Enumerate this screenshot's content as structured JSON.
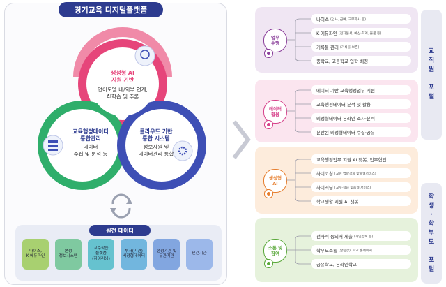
{
  "title": "경기교육 디지털플랫폼",
  "circles": {
    "top": {
      "title1": "생성형 AI",
      "title2": "지원 기반",
      "desc1": "언어모델 내/외부 연계,",
      "desc2": "AI학습 및 추론"
    },
    "left": {
      "title1": "교육행정데이터",
      "title2": "통합관리",
      "desc1": "데이터",
      "desc2": "수집 및 분석 등"
    },
    "right": {
      "title1": "클라우드 기반",
      "title2": "통합 시스템",
      "desc1": "정보자원 및",
      "desc2": "데이터관리 통합"
    }
  },
  "source": {
    "title": "원천 데이터",
    "items": [
      {
        "l1": "나이스,",
        "l2": "K-에듀파인",
        "l3": "",
        "color": "#a8d070"
      },
      {
        "l1": "본청",
        "l2": "정보시스템",
        "l3": "",
        "color": "#7fc9a0"
      },
      {
        "l1": "교수학습",
        "l2": "플랫폼",
        "l3": "(하이러닝)",
        "color": "#66c2cf"
      },
      {
        "l1": "부서(기관)",
        "l2": "비정형데이터",
        "l3": "",
        "color": "#72b6de"
      },
      {
        "l1": "행정기관 및",
        "l2": "유관기관",
        "l3": "",
        "color": "#82a6e0"
      },
      {
        "l1": "민간기관",
        "l2": "",
        "l3": "",
        "color": "#9cb8ea"
      }
    ]
  },
  "groups": [
    {
      "badge1": "업무",
      "badge2": "수행",
      "color": "#8a3f9a",
      "bg": "#f0e6f3",
      "items": [
        {
          "main": "나이스",
          "sub": "(인사, 급여, 교무학사 등)"
        },
        {
          "main": "K-에듀파인",
          "sub": "(전자문서, 예산·회계, 물품 등)"
        },
        {
          "main": "기록물 관리",
          "sub": "(기록물 보존)"
        },
        {
          "main": "중학교, 고등학교 입학 배정",
          "sub": ""
        }
      ]
    },
    {
      "badge1": "데이터",
      "badge2": "활용",
      "color": "#d6418a",
      "bg": "#fbe5ef",
      "items": [
        {
          "main": "데이터 기반 교육행정업무 지원",
          "sub": ""
        },
        {
          "main": "교육행정데이터 분석 및 활용",
          "sub": ""
        },
        {
          "main": "비정형데이터 온라인 조사·분석",
          "sub": ""
        },
        {
          "main": "분산된 비정형데이터 수집·공유",
          "sub": ""
        }
      ]
    },
    {
      "badge1": "생성형",
      "badge2": "AI",
      "color": "#e67e2e",
      "bg": "#fdecdc",
      "items": [
        {
          "main": "교육행정업무 지원 AI 챗봇, 업무협업",
          "sub": ""
        },
        {
          "main": "하이코칭",
          "sub": "(교원 역량강화 맞춤형서비스)"
        },
        {
          "main": "하이러닝",
          "sub": "(교수·학습 맞춤형 서비스)"
        },
        {
          "main": "학교생활 지원 AI 챗봇",
          "sub": ""
        }
      ]
    },
    {
      "badge1": "소통 및",
      "badge2": "참여",
      "color": "#5aa83a",
      "bg": "#e6f2dc",
      "items": [
        {
          "main": "전자적 동의서 제출",
          "sub": "(개인정보 등)"
        },
        {
          "main": "학부모소통",
          "sub": "(알림장), 학교 홈페이지"
        },
        {
          "main": "공유학교, 온라인학교",
          "sub": ""
        }
      ]
    }
  ],
  "portals": [
    {
      "label": "교직원 포털"
    },
    {
      "label": "학생·학부모 포털"
    }
  ]
}
